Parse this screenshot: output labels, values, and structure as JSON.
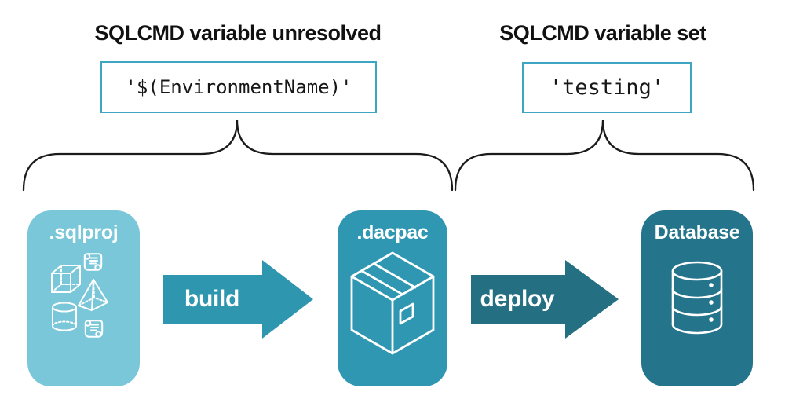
{
  "annotations": {
    "unresolved": {
      "heading": "SQLCMD variable unresolved",
      "code": "'$(EnvironmentName)'"
    },
    "set": {
      "heading": "SQLCMD variable set",
      "code": "'testing'"
    }
  },
  "pipeline": {
    "source": {
      "label": ".sqlproj",
      "icon": "sql-objects-icon"
    },
    "build": {
      "label": "build"
    },
    "artifact": {
      "label": ".dacpac",
      "icon": "package-icon"
    },
    "deploy": {
      "label": "deploy"
    },
    "target": {
      "label": "Database",
      "icon": "database-icon"
    }
  },
  "colors": {
    "sqlproj_fill": "#7AC7DA",
    "dacpac_fill": "#2F97B2",
    "database_fill": "#24748B",
    "build_arrow_fill": "#2F96B0",
    "deploy_arrow_fill": "#256F82",
    "code_box_border": "#3EA6C2",
    "brace_stroke": "#1B1B1B",
    "text": "#111111"
  }
}
